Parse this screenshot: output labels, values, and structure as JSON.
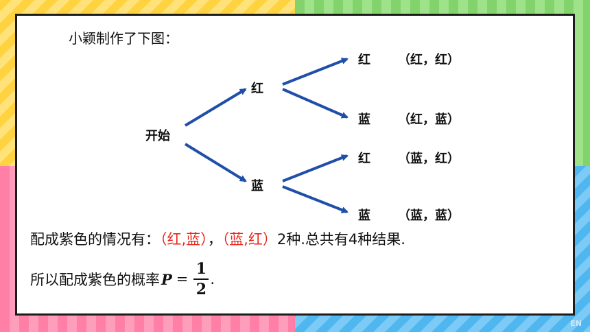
{
  "intro": "小颖制作了下图：",
  "tree": {
    "root": "开始",
    "level1": [
      "红",
      "蓝"
    ],
    "leaves": [
      {
        "label": "红",
        "pair": "（红，红）"
      },
      {
        "label": "蓝",
        "pair": "（红，蓝）"
      },
      {
        "label": "红",
        "pair": "（蓝，红）"
      },
      {
        "label": "蓝",
        "pair": "（蓝，蓝）"
      }
    ]
  },
  "conclusion": {
    "prefix": "配成紫色的情况有：",
    "case1": "（红,蓝）",
    "sep": "，",
    "case2": "（蓝,红）",
    "suffix": "2种.总共有4种结果."
  },
  "probability": {
    "prefix": "所以配成紫色的概率",
    "variable": "P",
    "equals": "=",
    "numerator": "1",
    "denominator": "2",
    "end": "."
  },
  "corner_mark": "EN",
  "colors": {
    "arrow": "#1f4fa8",
    "highlight": "#e8261c"
  }
}
